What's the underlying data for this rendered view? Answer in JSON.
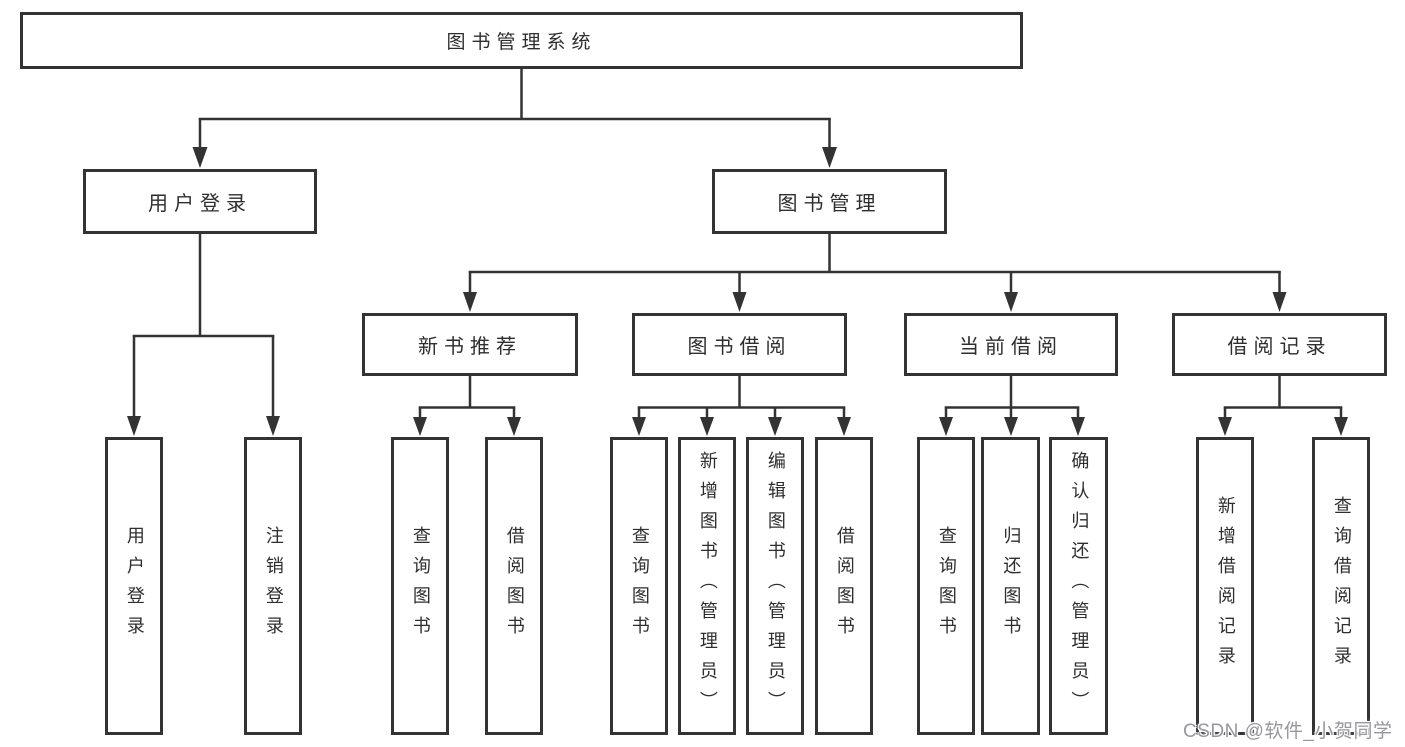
{
  "tree": {
    "label": "图书管理系统",
    "children": [
      {
        "label": "用户登录",
        "children": [
          {
            "label": "用户登录"
          },
          {
            "label": "注销登录"
          }
        ]
      },
      {
        "label": "图书管理",
        "children": [
          {
            "label": "新书推荐",
            "children": [
              {
                "label": "查询图书"
              },
              {
                "label": "借阅图书"
              }
            ]
          },
          {
            "label": "图书借阅",
            "children": [
              {
                "label": "查询图书"
              },
              {
                "label": "新增图书（管理员）"
              },
              {
                "label": "编辑图书（管理员）"
              },
              {
                "label": "借阅图书"
              }
            ]
          },
          {
            "label": "当前借阅",
            "children": [
              {
                "label": "查询图书"
              },
              {
                "label": "归还图书"
              },
              {
                "label": "确认归还（管理员）"
              }
            ]
          },
          {
            "label": "借阅记录",
            "children": [
              {
                "label": "新增借阅记录"
              },
              {
                "label": "查询借阅记录"
              }
            ]
          }
        ]
      }
    ]
  },
  "watermark": {
    "text": "CSDN @软件_小贺同学"
  },
  "colors": {
    "line": "#333333",
    "box_border": "#333333",
    "text": "#2e2e2e",
    "background": "#ffffff",
    "watermark": "#97979d"
  }
}
